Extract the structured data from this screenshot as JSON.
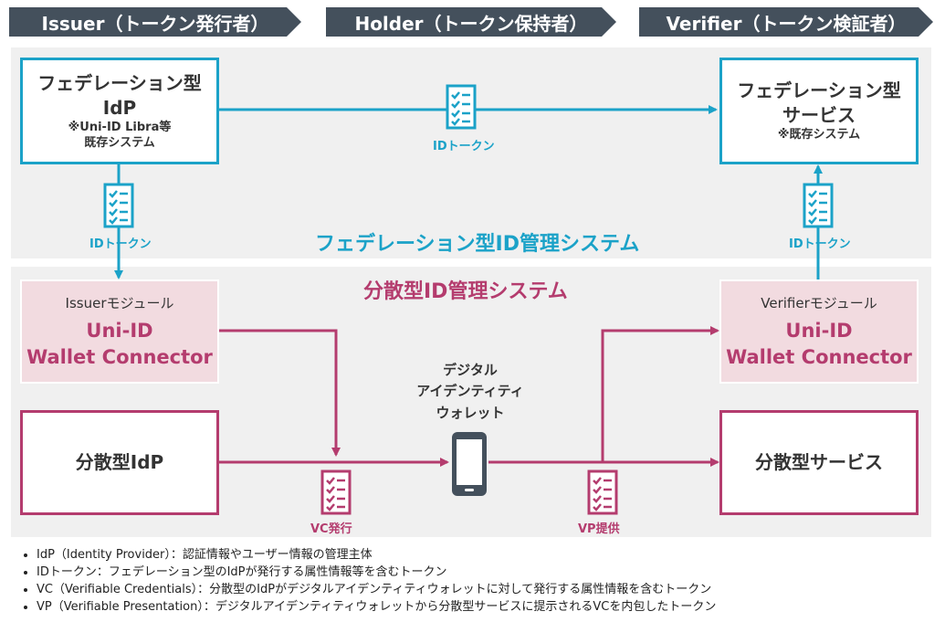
{
  "headers": [
    {
      "label": "Issuer（トークン発行者）"
    },
    {
      "label": "Holder（トークン保持者）"
    },
    {
      "label": "Verifier（トークン検証者）"
    }
  ],
  "federation": {
    "title": "フェデレーション型ID管理システム",
    "idp": {
      "line1": "フェデレーション型",
      "line2": "IdP",
      "sub1": "※Uni-ID Libra等",
      "sub2": "既存システム"
    },
    "service": {
      "line1": "フェデレーション型",
      "line2": "サービス",
      "sub1": "※既存システム"
    },
    "token_label": "IDトークン"
  },
  "decentralized": {
    "title": "分散型ID管理システム",
    "issuer_module": {
      "label": "Issuerモジュール",
      "line1": "Uni-ID",
      "line2": "Wallet Connector"
    },
    "verifier_module": {
      "label": "Verifierモジュール",
      "line1": "Uni-ID",
      "line2": "Wallet Connector"
    },
    "idp": {
      "label": "分散型IdP"
    },
    "service": {
      "label": "分散型サービス"
    },
    "wallet": {
      "line1": "デジタル",
      "line2": "アイデンティティ",
      "line3": "ウォレット"
    },
    "vc_label": "VC発行",
    "vp_label": "VP提供"
  },
  "notes": [
    "IdP（Identity Provider）：認証情報やユーザー情報の管理主体",
    "IDトークン：フェデレーション型のIdPが発行する属性情報等を含むトークン",
    "VC（Verifiable Credentials）：分散型のIdPがデジタルアイデンティティウォレットに対して発行する属性情報を含むトークン",
    "VP（Verifiable Presentation）：デジタルアイデンティティウォレットから分散型サービスに提示されるVCを内包したトークン"
  ],
  "colors": {
    "blue": "#1ba2c8",
    "magenta": "#b43c6e",
    "header": "#44505c",
    "pink_fill": "#f2dbe0",
    "band": "#f0f0f0"
  }
}
